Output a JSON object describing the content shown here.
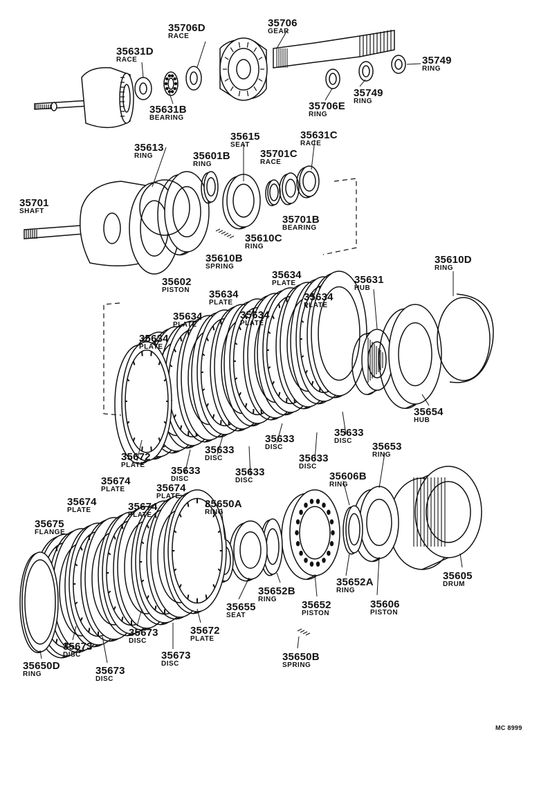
{
  "diagram_code": "MC 8999",
  "parts": {
    "p35706d": {
      "number": "35706D",
      "name": "RACE"
    },
    "p35706": {
      "number": "35706",
      "name": "GEAR"
    },
    "p35631d": {
      "number": "35631D",
      "name": "RACE"
    },
    "p35749a": {
      "number": "35749",
      "name": "RING"
    },
    "p35749b": {
      "number": "35749",
      "name": "RING"
    },
    "p35706e": {
      "number": "35706E",
      "name": "RING"
    },
    "p35631b": {
      "number": "35631B",
      "name": "BEARING"
    },
    "p35615": {
      "number": "35615",
      "name": "SEAT"
    },
    "p35631c": {
      "number": "35631C",
      "name": "RACE"
    },
    "p35613": {
      "number": "35613",
      "name": "RING"
    },
    "p35601b": {
      "number": "35601B",
      "name": "RING"
    },
    "p35701c": {
      "number": "35701C",
      "name": "RACE"
    },
    "p35701": {
      "number": "35701",
      "name": "SHAFT"
    },
    "p35701b": {
      "number": "35701B",
      "name": "BEARING"
    },
    "p35610c": {
      "number": "35610C",
      "name": "RING"
    },
    "p35610b": {
      "number": "35610B",
      "name": "SPRING"
    },
    "p35602": {
      "number": "35602",
      "name": "PISTON"
    },
    "p35610d": {
      "number": "35610D",
      "name": "RING"
    },
    "p35634a": {
      "number": "35634",
      "name": "PLATE"
    },
    "p35631": {
      "number": "35631",
      "name": "HUB"
    },
    "p35634b": {
      "number": "35634",
      "name": "PLATE"
    },
    "p35634c": {
      "number": "35634",
      "name": "PLATE"
    },
    "p35634d": {
      "number": "35634",
      "name": "PLATE"
    },
    "p35634e": {
      "number": "35634",
      "name": "PLATE"
    },
    "p35634f": {
      "number": "35634",
      "name": "PLATE"
    },
    "p35654": {
      "number": "35654",
      "name": "HUB"
    },
    "p35633a": {
      "number": "35633",
      "name": "DISC"
    },
    "p35633b": {
      "number": "35633",
      "name": "DISC"
    },
    "p35633c": {
      "number": "35633",
      "name": "DISC"
    },
    "p35633d": {
      "number": "35633",
      "name": "DISC"
    },
    "p35633e": {
      "number": "35633",
      "name": "DISC"
    },
    "p35633f": {
      "number": "35633",
      "name": "DISC"
    },
    "p35672a": {
      "number": "35672",
      "name": "PLATE"
    },
    "p35653": {
      "number": "35653",
      "name": "RING"
    },
    "p35674a": {
      "number": "35674",
      "name": "PLATE"
    },
    "p35674b": {
      "number": "35674",
      "name": "PLATE"
    },
    "p35606b": {
      "number": "35606B",
      "name": "RING"
    },
    "p35674c": {
      "number": "35674",
      "name": "PLATE"
    },
    "p35674d": {
      "number": "35674",
      "name": "PLATE"
    },
    "p35650a": {
      "number": "35650A",
      "name": "RING"
    },
    "p35675": {
      "number": "35675",
      "name": "FLANGE"
    },
    "p35605": {
      "number": "35605",
      "name": "DRUM"
    },
    "p35652a": {
      "number": "35652A",
      "name": "RING"
    },
    "p35652b": {
      "number": "35652B",
      "name": "RING"
    },
    "p35655": {
      "number": "35655",
      "name": "SEAT"
    },
    "p35652": {
      "number": "35652",
      "name": "PISTON"
    },
    "p35606": {
      "number": "35606",
      "name": "PISTON"
    },
    "p35672b": {
      "number": "35672",
      "name": "PLATE"
    },
    "p35673a": {
      "number": "35673",
      "name": "DISC"
    },
    "p35673b": {
      "number": "35673",
      "name": "DISC"
    },
    "p35673c": {
      "number": "35673",
      "name": "DISC"
    },
    "p35650b": {
      "number": "35650B",
      "name": "SPRING"
    },
    "p35650d": {
      "number": "35650D",
      "name": "RING"
    },
    "p35673d": {
      "number": "35673",
      "name": "DISC"
    }
  }
}
